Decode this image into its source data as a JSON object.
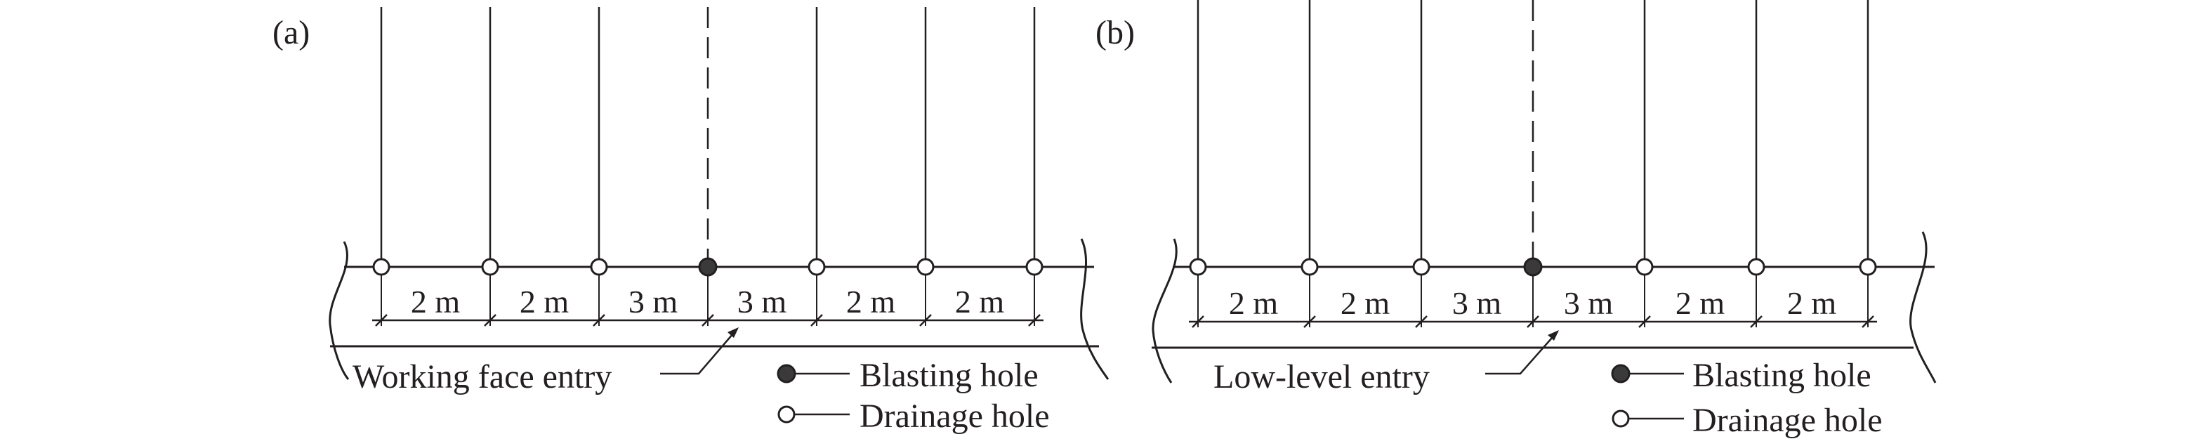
{
  "panels": [
    {
      "label": "(a)",
      "entry_label": "Working face entry",
      "spacings": [
        "2 m",
        "2 m",
        "3 m",
        "3 m",
        "2 m",
        "2 m"
      ],
      "holes": [
        "drainage",
        "drainage",
        "drainage",
        "blasting",
        "drainage",
        "drainage",
        "drainage"
      ]
    },
    {
      "label": "(b)",
      "entry_label": "Low-level entry",
      "spacings": [
        "2 m",
        "2 m",
        "3 m",
        "3 m",
        "2 m",
        "2 m"
      ],
      "holes": [
        "drainage",
        "drainage",
        "drainage",
        "blasting",
        "drainage",
        "drainage",
        "drainage"
      ]
    }
  ],
  "legend": {
    "blasting": "Blasting hole",
    "drainage": "Drainage hole"
  },
  "colors": {
    "ink": "#231f20",
    "blasting_fill": "#3a3a3a",
    "drainage_fill": "#ffffff"
  }
}
